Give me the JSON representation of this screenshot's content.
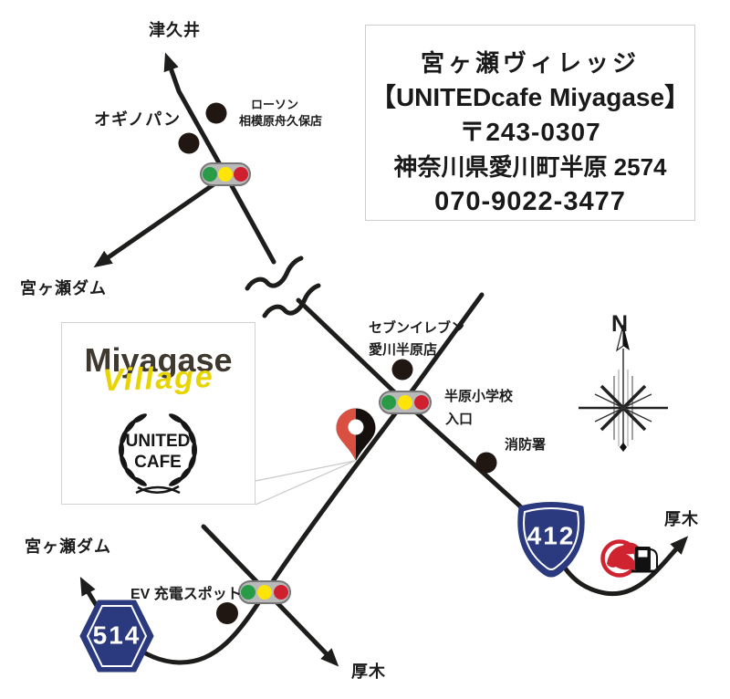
{
  "info_box": {
    "line1": "宮ヶ瀬ヴィレッジ",
    "line2": "【UNITEDcafe Miyagase】",
    "line3": "〒243-0307",
    "line4": "神奈川県愛川町半原 2574",
    "line5": "070-9022-3477"
  },
  "logo_box": {
    "title": "Miyagase",
    "subtitle": "Village",
    "emblem_top": "UNITED",
    "emblem_bottom": "CAFE"
  },
  "map_labels": {
    "tsukui": "津久井",
    "oginopan": "オギノパン",
    "lawson_name": "ローソン",
    "lawson_branch": "相模原舟久保店",
    "miyagase_dam_upper": "宮ヶ瀬ダム",
    "seven_eleven_name": "セブンイレブン",
    "seven_eleven_branch": "愛川半原店",
    "school_name": "半原小学校",
    "school_entrance": "入口",
    "fire_station": "消防署",
    "ev_spot": "EV 充電スポット",
    "miyagase_dam_lower": "宮ヶ瀬ダム",
    "atsugi_right": "厚木",
    "atsugi_bottom": "厚木",
    "compass_north": "N"
  },
  "route_signs": {
    "national_412": "412",
    "prefectural_514": "514"
  },
  "colors": {
    "road": "#1d1d1b",
    "sign_navy": "#2b3a7e",
    "traffic_light_body": "#b9b9b9",
    "traffic_green": "#289b47",
    "traffic_yellow": "#ffe408",
    "traffic_red": "#cf2030",
    "landmark_dot": "#201713",
    "pin_red": "#d95040",
    "fuel_brand_red": "#cf2430",
    "village_yellow": "#e8d400"
  }
}
